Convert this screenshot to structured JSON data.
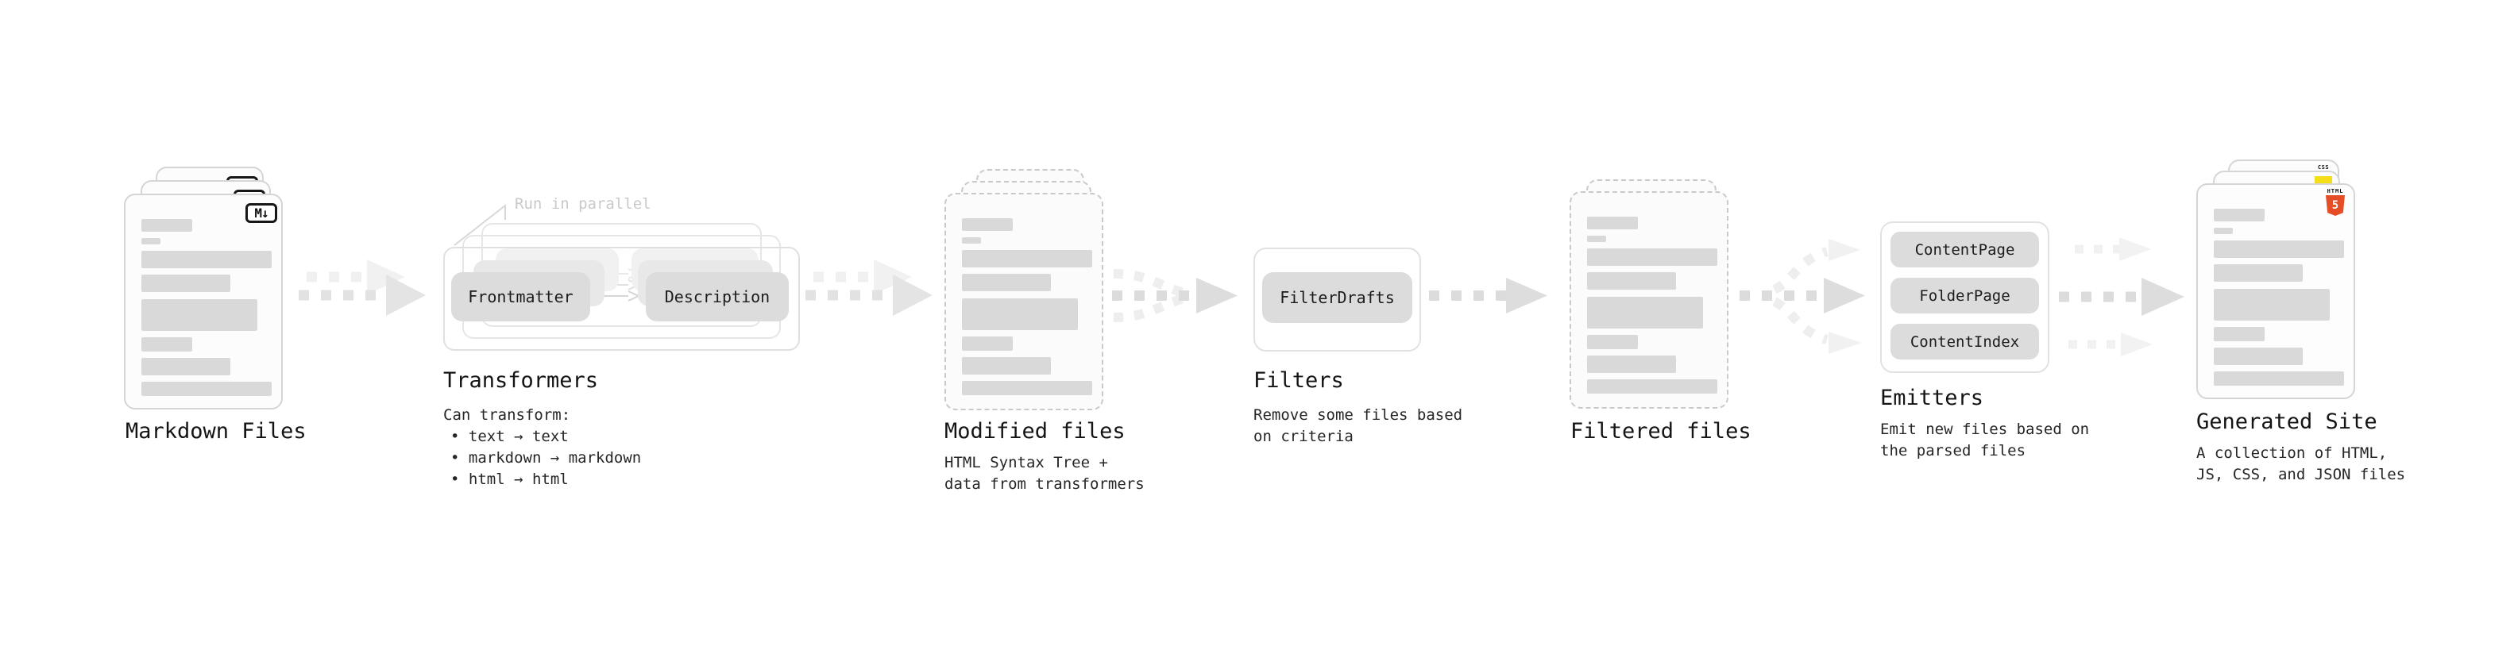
{
  "colors": {
    "background": "#ffffff",
    "card_border": "#d5d5d5",
    "dashed_border": "#c9c9c9",
    "placeholder_bar": "#d9d9d9",
    "node_fill": "#dcdcdc",
    "arrow_main": "#dcdcdc",
    "arrow_faint": "#efefef",
    "text_primary": "#141414",
    "text_note": "#c9c9c9",
    "html5_orange": "#e44d26",
    "js_yellow": "#f5dd17",
    "css_blue": "#2160f3"
  },
  "stages": {
    "markdown_files": {
      "title": "Markdown Files",
      "badge": "M↓"
    },
    "transformers": {
      "title": "Transformers",
      "note": "Run in parallel",
      "nodes": [
        "Frontmatter",
        "Description"
      ],
      "desc_heading": "Can transform:",
      "bullets": [
        "• text → text",
        "• markdown → markdown",
        "• html → html"
      ]
    },
    "modified_files": {
      "title": "Modified files",
      "desc": [
        "HTML Syntax Tree +",
        "data from transformers"
      ]
    },
    "filters": {
      "title": "Filters",
      "node": "FilterDrafts",
      "desc": [
        "Remove some files based",
        "on criteria"
      ]
    },
    "filtered_files": {
      "title": "Filtered files"
    },
    "emitters": {
      "title": "Emitters",
      "nodes": [
        "ContentPage",
        "FolderPage",
        "ContentIndex"
      ],
      "desc": [
        "Emit new files based on",
        "the parsed files"
      ]
    },
    "generated_site": {
      "title": "Generated Site",
      "desc": [
        "A collection of HTML,",
        "JS, CSS, and JSON files"
      ],
      "badges": {
        "html_word": "HTML",
        "html_number": "5",
        "css_word": "CSS"
      }
    }
  }
}
